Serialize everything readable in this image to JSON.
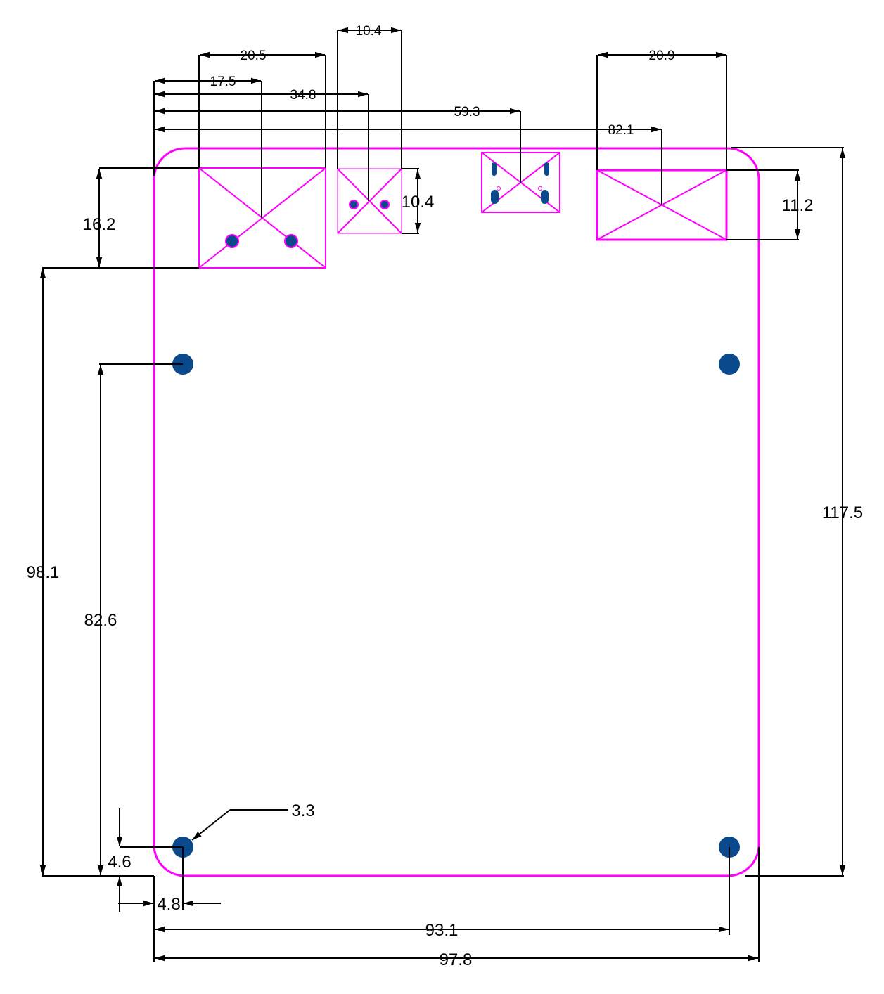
{
  "colors": {
    "outline": "#ff00ff",
    "dimension": "#000000",
    "holes": "#0a4a8c",
    "background": "#ffffff"
  },
  "dimensions": {
    "conn1_width": "20.5",
    "conn1_offset": "17.5",
    "conn2_offset": "34.8",
    "conn2_width": "10.4",
    "conn3_offset": "59.3",
    "conn4_offset": "82.1",
    "conn4_width": "20.9",
    "conn1_height": "16.2",
    "conn2_height": "10.4",
    "conn4_height": "11.2",
    "board_height": "117.5",
    "conn1_bottom_from_base": "98.1",
    "hole_spacing_vertical": "82.6",
    "hole_diameter": "3.3",
    "hole_offset_y": "4.6",
    "hole_offset_x": "4.8",
    "hole_spacing_horizontal": "93.1",
    "board_width": "97.8"
  }
}
